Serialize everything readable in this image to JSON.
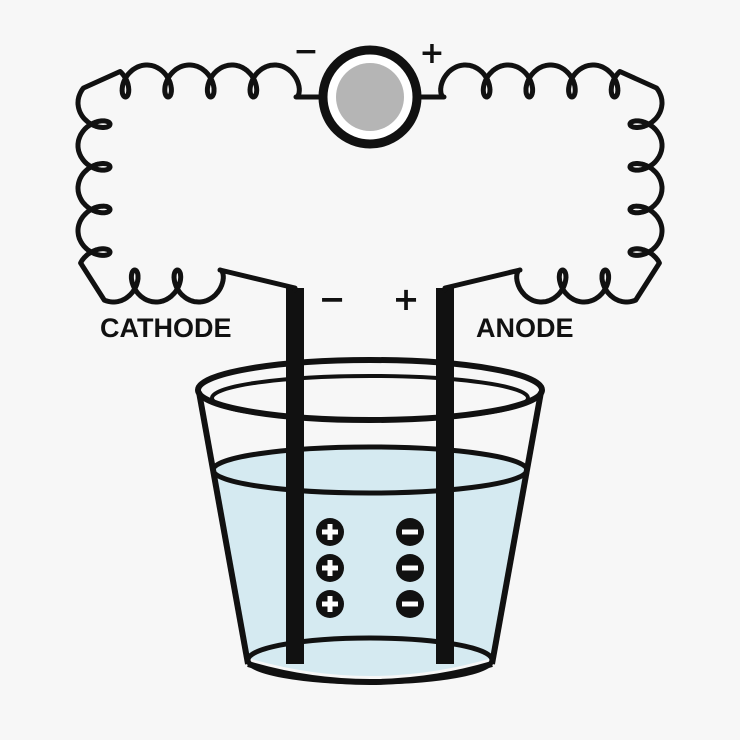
{
  "diagram": {
    "labels": {
      "cathode": "CATHODE",
      "anode": "ANODE"
    },
    "signs": {
      "meter_negative": "−",
      "meter_positive": "+",
      "cathode_sign": "−",
      "anode_sign": "+"
    },
    "ions": {
      "positive_count": 3,
      "negative_count": 3
    },
    "colors": {
      "background": "#f7f7f7",
      "line": "#111111",
      "electrolyte": "#d5eaf1",
      "meter_fill": "#b5b5b5"
    }
  }
}
